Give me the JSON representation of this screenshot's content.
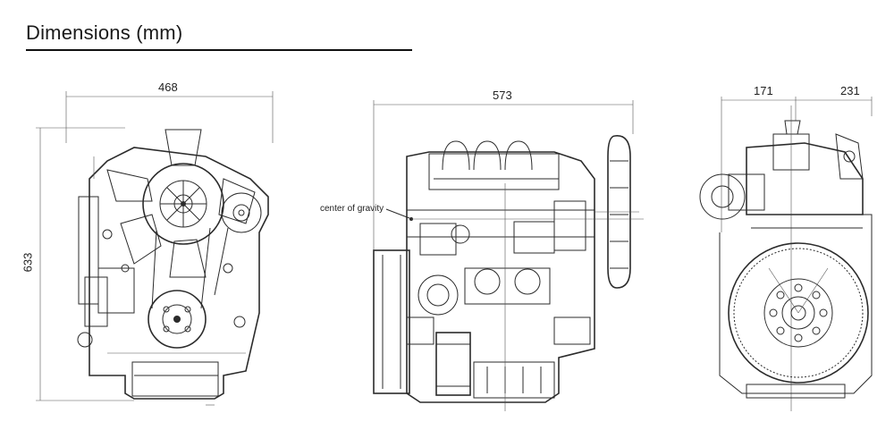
{
  "title": "Dimensions (mm)",
  "dimensions": {
    "front_width": "468",
    "front_height": "633",
    "side_length": "573",
    "rear_left": "171",
    "rear_right": "231"
  },
  "annotation": "center of gravity"
}
